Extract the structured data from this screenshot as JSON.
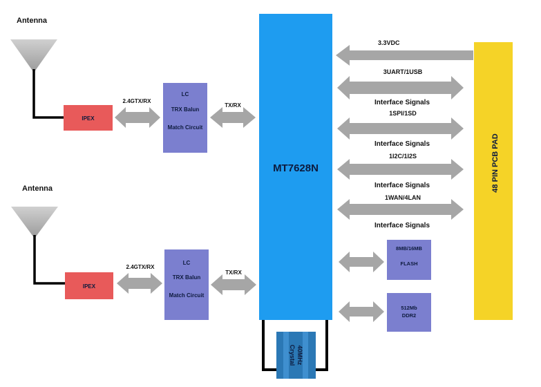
{
  "antenna_top": {
    "label": "Antenna"
  },
  "antenna_bottom": {
    "label": "Antenna"
  },
  "ipex_top": {
    "label": "IPEX"
  },
  "ipex_bottom": {
    "label": "IPEX"
  },
  "link_ipex_lc_top": {
    "label": "2.4GTX/RX"
  },
  "link_ipex_lc_bottom": {
    "label": "2.4GTX/RX"
  },
  "lc_top": {
    "line1": "LC",
    "line2": "TRX Balun",
    "line3": "Match Circuit"
  },
  "lc_bottom": {
    "line1": "LC",
    "line2": "TRX Balun",
    "line3": "Match Circuit"
  },
  "link_lc_soc_top": {
    "label": "TX/RX"
  },
  "link_lc_soc_bottom": {
    "label": "TX/RX"
  },
  "soc": {
    "label": "MT7628N"
  },
  "crystal": {
    "line1": "40MHz",
    "line2": "Crystal"
  },
  "pcb_pad": {
    "label": "48 PIN PCB PAD"
  },
  "power": {
    "label": "3.3VDC"
  },
  "interfaces": [
    {
      "label": "3UART/1USB",
      "sublabel": "Interface Signals"
    },
    {
      "label": "1SPI/1SD",
      "sublabel": "Interface Signals"
    },
    {
      "label": "1I2C/1I2S",
      "sublabel": "Interface Signals"
    },
    {
      "label": "1WAN/4LAN",
      "sublabel": "Interface Signals"
    }
  ],
  "flash": {
    "line1": "8MB/16MB",
    "line2": "FLASH"
  },
  "ddr": {
    "line1": "512Mb",
    "line2": "DDR2"
  },
  "colors": {
    "soc": "#1e9cf0",
    "pcb_pad": "#f5d327",
    "lc_box": "#7b7fcf",
    "ipex": "#e85a5a",
    "arrow": "#a6a6a6",
    "crystal": "#2b78b5"
  }
}
